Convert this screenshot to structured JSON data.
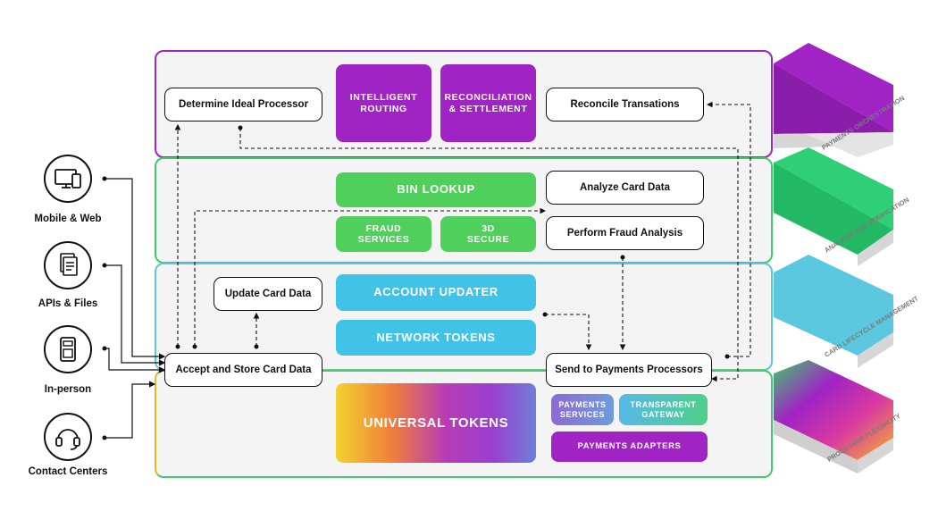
{
  "layers": [
    {
      "name": "payments-orchestration-layer",
      "label": "PAYMENTS ORCHESTRATION",
      "color": "#a023c4"
    },
    {
      "name": "analysis-verification-layer",
      "label": "ANALYSIS AND VERIFICATION",
      "color": "#3ecb6a"
    },
    {
      "name": "card-lifecycle-layer",
      "label": "CARD LIFECYCLE MANAGEMENT",
      "color": "#5bc8e0"
    },
    {
      "name": "processor-flexibility-layer",
      "label": "PROCESSOR FLEXIBILITY",
      "color": "#3ecb6a"
    }
  ],
  "nodes": {
    "determine_processor": "Determine Ideal Processor",
    "reconcile_transactions": "Reconcile Transations",
    "analyze_card_data": "Analyze Card Data",
    "perform_fraud_analysis": "Perform Fraud Analysis",
    "update_card_data": "Update Card Data",
    "accept_store_card_data": "Accept and Store Card Data",
    "send_to_processors": "Send to Payments Processors"
  },
  "tiles": {
    "intelligent_routing": "INTELLIGENT ROUTING",
    "reconciliation_settlement": "RECONCILIATION & SETTLEMENT",
    "bin_lookup": "BIN LOOKUP",
    "fraud_services": "FRAUD SERVICES",
    "secure_3d": "3D SECURE",
    "account_updater": "ACCOUNT UPDATER",
    "network_tokens": "NETWORK TOKENS",
    "universal_tokens": "UNIVERSAL TOKENS",
    "payments_services": "PAYMENTS SERVICES",
    "transparent_gateway": "TRANSPARENT GATEWAY",
    "payments_adapters": "PAYMENTS ADAPTERS"
  },
  "channels": [
    {
      "label": "Mobile & Web",
      "icon": "devices-icon"
    },
    {
      "label": "APIs & Files",
      "icon": "files-icon"
    },
    {
      "label": "In-person",
      "icon": "card-terminal-icon"
    },
    {
      "label": "Contact Centers",
      "icon": "headset-icon"
    }
  ],
  "colors": {
    "purple": "#a023c4",
    "green": "#4fcf5c",
    "blue": "#40c3e6",
    "gateway": "#4fcf8a"
  }
}
